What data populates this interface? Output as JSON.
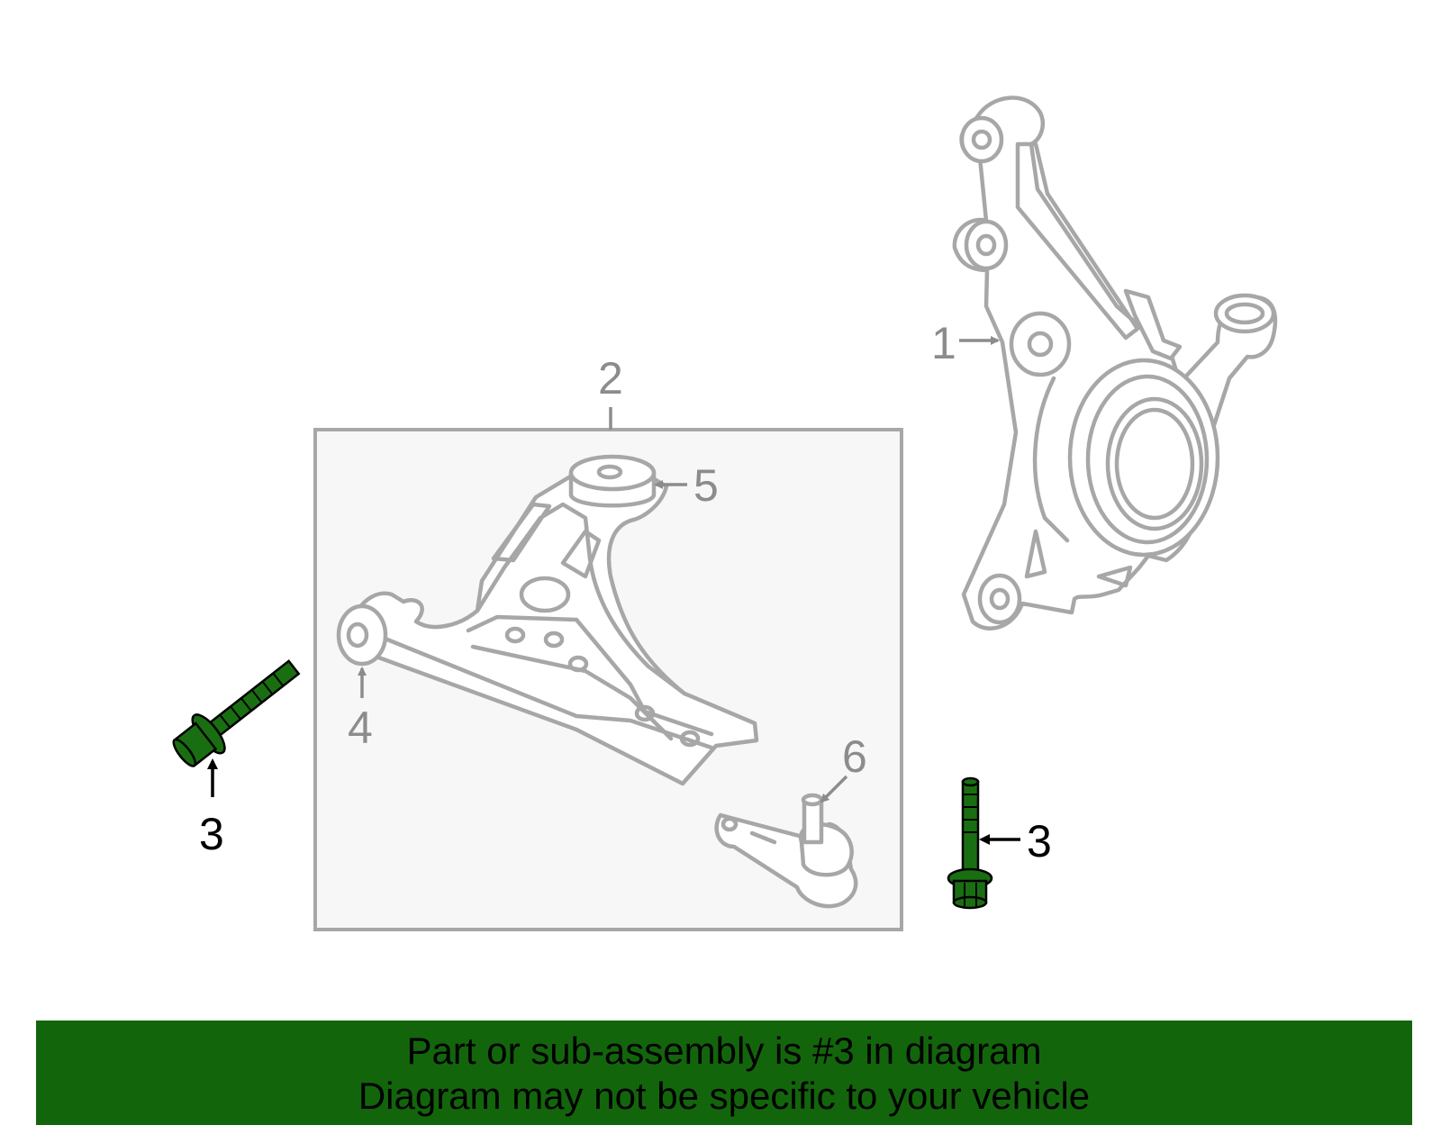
{
  "callouts": {
    "knuckle": "1",
    "control_arm_assembly": "2",
    "bolt_left": "3",
    "bolt_right": "3",
    "bushing_front": "4",
    "bushing_rear": "5",
    "ball_joint": "6"
  },
  "banner": {
    "line1": "Part or sub-assembly is #3 in diagram",
    "line2": "Diagram may not be specific to your vehicle"
  },
  "colors": {
    "highlight_part": "#1a6e12",
    "banner_background": "#13650c",
    "outline_grey": "#a7a7a7",
    "callout_grey": "#8c8c8c",
    "box_fill": "#f7f7f7"
  }
}
